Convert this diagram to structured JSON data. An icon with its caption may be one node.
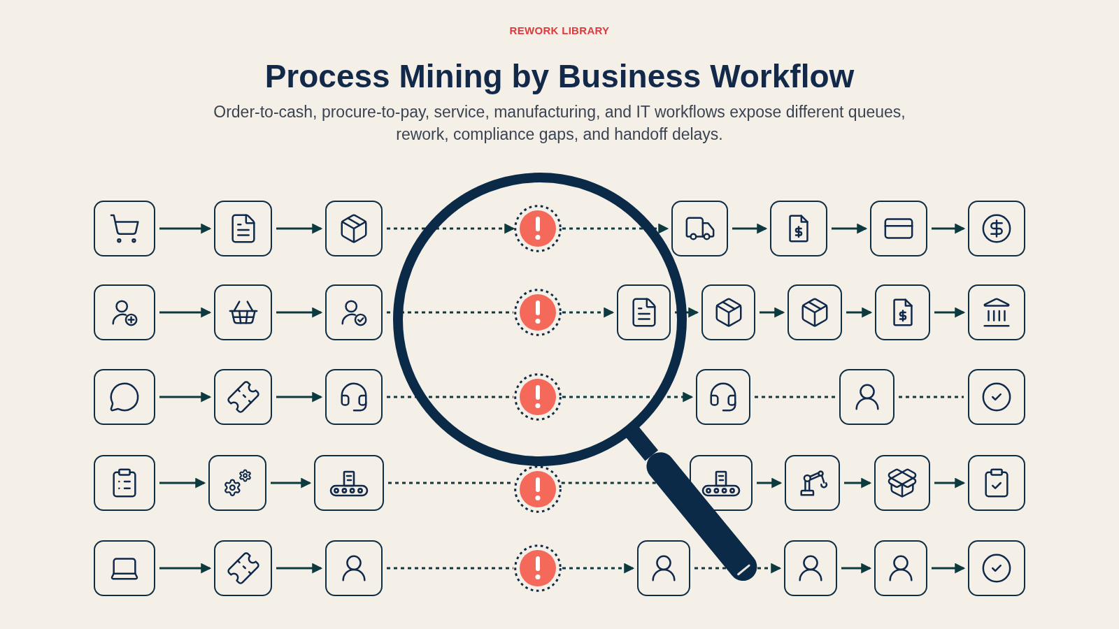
{
  "diagram": {
    "title": "Process Mining by Business Workflow",
    "caption": "Order-to-cash, procure-to-pay, service, manufacturing, and IT workflows expose different queues, rework, compliance gaps, and handoff delays.",
    "labels": [
      "REWORK LIBRARY"
    ],
    "nodes": [
      {
        "text": [],
        "shape": "box"
      },
      {
        "text": [],
        "shape": "box"
      },
      {
        "text": [],
        "shape": "box"
      },
      {
        "text": [],
        "shape": "circle"
      },
      {
        "text": [],
        "shape": "box"
      },
      {
        "text": [],
        "shape": "box"
      },
      {
        "text": [],
        "shape": "box"
      },
      {
        "text": [],
        "shape": "box"
      },
      {
        "text": [],
        "shape": "box"
      },
      {
        "text": [],
        "shape": "box"
      },
      {
        "text": [],
        "shape": "box"
      },
      {
        "text": [],
        "shape": "circle"
      },
      {
        "text": [],
        "shape": "box"
      },
      {
        "text": [],
        "shape": "box"
      },
      {
        "text": [],
        "shape": "box"
      },
      {
        "text": [],
        "shape": "box"
      },
      {
        "text": [],
        "shape": "box"
      },
      {
        "text": [],
        "shape": "box"
      },
      {
        "text": [],
        "shape": "box"
      },
      {
        "text": [],
        "shape": "box"
      },
      {
        "text": [],
        "shape": "circle"
      },
      {
        "text": [],
        "shape": "box"
      },
      {
        "text": [],
        "shape": "box"
      },
      {
        "text": [],
        "shape": "box"
      },
      {
        "text": [],
        "shape": "box"
      },
      {
        "text": [],
        "shape": "box"
      },
      {
        "text": [],
        "shape": "box"
      },
      {
        "text": [],
        "shape": "circle"
      },
      {
        "text": [],
        "shape": "box"
      },
      {
        "text": [],
        "shape": "box"
      },
      {
        "text": [],
        "shape": "box"
      },
      {
        "text": [],
        "shape": "box"
      },
      {
        "text": [],
        "shape": "box"
      },
      {
        "text": [],
        "shape": "box"
      },
      {
        "text": [],
        "shape": "box"
      },
      {
        "text": [],
        "shape": "circle"
      },
      {
        "text": [],
        "shape": "box"
      },
      {
        "text": [],
        "shape": "box"
      },
      {
        "text": [],
        "shape": "box"
      },
      {
        "text": [],
        "shape": "box"
      }
    ],
    "edges": [
      {
        "from": 0,
        "to": 1,
        "arrow": "to"
      },
      {
        "from": 1,
        "to": 2,
        "arrow": "to"
      },
      {
        "from": 2,
        "to": 3,
        "arrow": "to",
        "style": "dashed"
      },
      {
        "from": 3,
        "to": 4,
        "arrow": "to",
        "style": "dashed"
      },
      {
        "from": 4,
        "to": 5,
        "arrow": "to"
      },
      {
        "from": 5,
        "to": 6,
        "arrow": "to"
      },
      {
        "from": 6,
        "to": 7,
        "arrow": "to"
      },
      {
        "from": 8,
        "to": 9,
        "arrow": "to"
      },
      {
        "from": 9,
        "to": 10,
        "arrow": "to"
      },
      {
        "from": 10,
        "to": 11,
        "arrow": "none",
        "style": "dashed"
      },
      {
        "from": 11,
        "to": 12,
        "arrow": "to",
        "style": "dashed"
      },
      {
        "from": 12,
        "to": 13,
        "arrow": "to"
      },
      {
        "from": 13,
        "to": 14,
        "arrow": "to"
      },
      {
        "from": 14,
        "to": 15,
        "arrow": "to"
      },
      {
        "from": 15,
        "to": 16,
        "arrow": "to"
      },
      {
        "from": 17,
        "to": 18,
        "arrow": "to"
      },
      {
        "from": 18,
        "to": 19,
        "arrow": "to"
      },
      {
        "from": 19,
        "to": 20,
        "arrow": "none",
        "style": "dashed"
      },
      {
        "from": 20,
        "to": 21,
        "arrow": "to",
        "style": "dashed"
      },
      {
        "from": 21,
        "to": 22,
        "arrow": "none",
        "style": "dashed"
      },
      {
        "from": 22,
        "to": 23,
        "arrow": "none",
        "style": "dashed"
      },
      {
        "from": 24,
        "to": 25,
        "arrow": "to"
      },
      {
        "from": 25,
        "to": 26,
        "arrow": "to"
      },
      {
        "from": 26,
        "to": 27,
        "arrow": "none",
        "style": "dashed"
      },
      {
        "from": 27,
        "to": 28,
        "arrow": "none",
        "style": "dashed"
      },
      {
        "from": 28,
        "to": 29,
        "arrow": "to"
      },
      {
        "from": 29,
        "to": 30,
        "arrow": "to"
      },
      {
        "from": 30,
        "to": 31,
        "arrow": "to"
      },
      {
        "from": 32,
        "to": 33,
        "arrow": "to"
      },
      {
        "from": 33,
        "to": 34,
        "arrow": "to"
      },
      {
        "from": 34,
        "to": 35,
        "arrow": "none",
        "style": "dashed"
      },
      {
        "from": 35,
        "to": 36,
        "arrow": "to",
        "style": "dashed"
      },
      {
        "from": 36,
        "to": 37,
        "arrow": "to",
        "style": "dashed"
      },
      {
        "from": 37,
        "to": 38,
        "arrow": "to"
      },
      {
        "from": 38,
        "to": 39,
        "arrow": "to"
      }
    ]
  }
}
